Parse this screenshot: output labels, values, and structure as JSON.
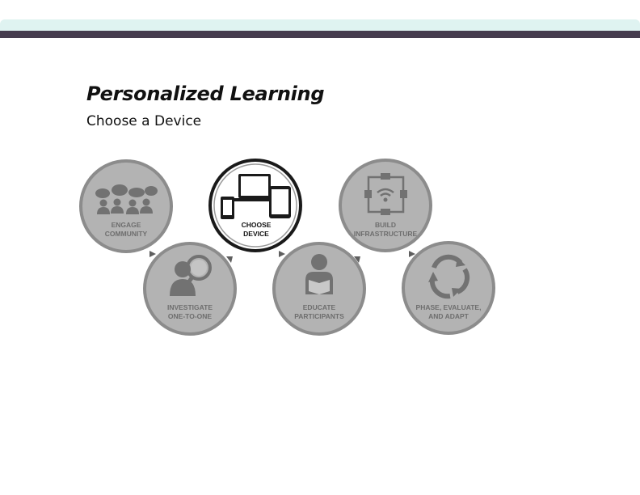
{
  "slide": {
    "title": "Personalized Learning",
    "subtitle": "Choose a Device"
  },
  "colors": {
    "header_band": "#dff3f1",
    "header_bar": "#463c4e",
    "step_fill": "#b3b3b3",
    "step_ring": "#8c8c8c",
    "icon_fill": "#727272",
    "active_fill": "#ffffff",
    "active_ring": "#1a1a1a"
  },
  "steps": [
    {
      "id": "engage",
      "line1": "ENGAGE",
      "line2": "COMMUNITY",
      "icon": "people-speech-icon",
      "active": false
    },
    {
      "id": "investigate",
      "line1": "INVESTIGATE",
      "line2": "ONE-TO-ONE",
      "icon": "magnifier-person-icon",
      "active": false
    },
    {
      "id": "choose",
      "line1": "CHOOSE",
      "line2": "DEVICE",
      "icon": "devices-icon",
      "active": true
    },
    {
      "id": "educate",
      "line1": "EDUCATE",
      "line2": "PARTICIPANTS",
      "icon": "reader-icon",
      "active": false
    },
    {
      "id": "build",
      "line1": "BUILD",
      "line2": "INFRASTRUCTURE",
      "icon": "wifi-network-icon",
      "active": false
    },
    {
      "id": "phase",
      "line1": "PHASE, EVALUATE,",
      "line2": "AND ADAPT",
      "icon": "cycle-arrows-icon",
      "active": false
    }
  ]
}
